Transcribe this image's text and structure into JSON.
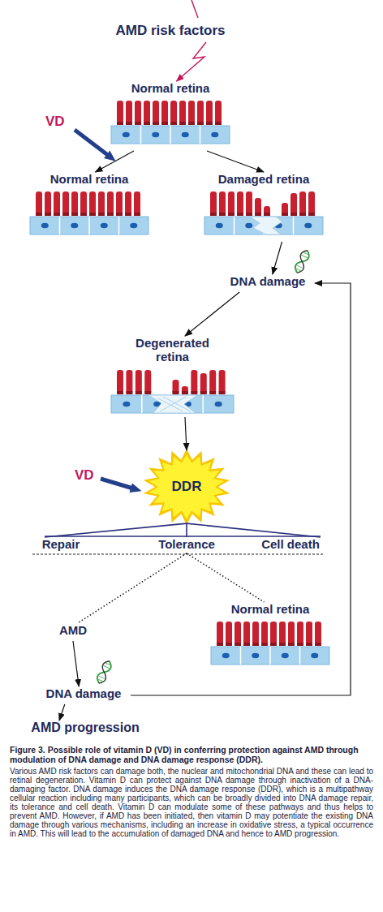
{
  "diagram": {
    "title": "Figure 3. Possible role of vitamin D (VD) in conferring protection against AMD through modulation of DNA damage and DNA damage response (DDR).",
    "caption": "Various AMD risk factors can damage both, the nuclear and mitochondrial DNA and these can lead to retinal degeneration. Vitamin D can protect against DNA damage through inactivation of a DNA-damaging factor. DNA damage induces the DNA damage response (DDR), which is a multipathway cellular reaction including many participants, which can be broadly divided into DNA damage repair, its tolerance and cell death. Vitamin D can modulate some of these pathways and thus helps to prevent AMD. However, if AMD has been initiated, then vitamin D may potentiate the existing DNA damage through various mechanisms, including an increase in oxidative stress, a typical occurrence in AMD. This will lead to the accumulation of damaged DNA and hence to AMD progression.",
    "nodes": [
      {
        "text": [
          "AMD risk factors"
        ]
      },
      {
        "text": [
          "Normal retina"
        ]
      },
      {
        "text": [
          "Normal retina"
        ]
      },
      {
        "text": [
          "Damaged retina"
        ]
      },
      {
        "text": [
          "DNA damage"
        ]
      },
      {
        "text": [
          "Degenerated retina"
        ]
      },
      {
        "text": [
          "DDR"
        ]
      },
      {
        "text": [
          "Repair"
        ]
      },
      {
        "text": [
          "Tolerance"
        ]
      },
      {
        "text": [
          "Cell death"
        ]
      },
      {
        "text": [
          "AMD"
        ]
      },
      {
        "text": [
          "Normal retina"
        ]
      },
      {
        "text": [
          "DNA damage"
        ]
      },
      {
        "text": [
          "AMD progression"
        ]
      }
    ],
    "edges": [
      {
        "from": 0,
        "to": 1,
        "arrow": "to"
      },
      {
        "from": 1,
        "to": 2,
        "arrow": "to"
      },
      {
        "from": 1,
        "to": 3,
        "arrow": "to"
      },
      {
        "from": 3,
        "to": 4,
        "arrow": "to"
      },
      {
        "from": 4,
        "to": 5,
        "arrow": "to"
      },
      {
        "from": 5,
        "to": 6,
        "arrow": "to"
      },
      {
        "from": 6,
        "to": 7,
        "arrow": "none"
      },
      {
        "from": 6,
        "to": 8,
        "arrow": "none"
      },
      {
        "from": 6,
        "to": 9,
        "arrow": "none"
      },
      {
        "from": 8,
        "to": 10,
        "arrow": "none"
      },
      {
        "from": 8,
        "to": 11,
        "arrow": "none"
      },
      {
        "from": 10,
        "to": 12,
        "arrow": "to"
      },
      {
        "from": 12,
        "to": 13,
        "arrow": "to"
      },
      {
        "from": 12,
        "to": 4,
        "arrow": "to"
      }
    ],
    "labels": [
      "VD",
      "VD"
    ]
  }
}
